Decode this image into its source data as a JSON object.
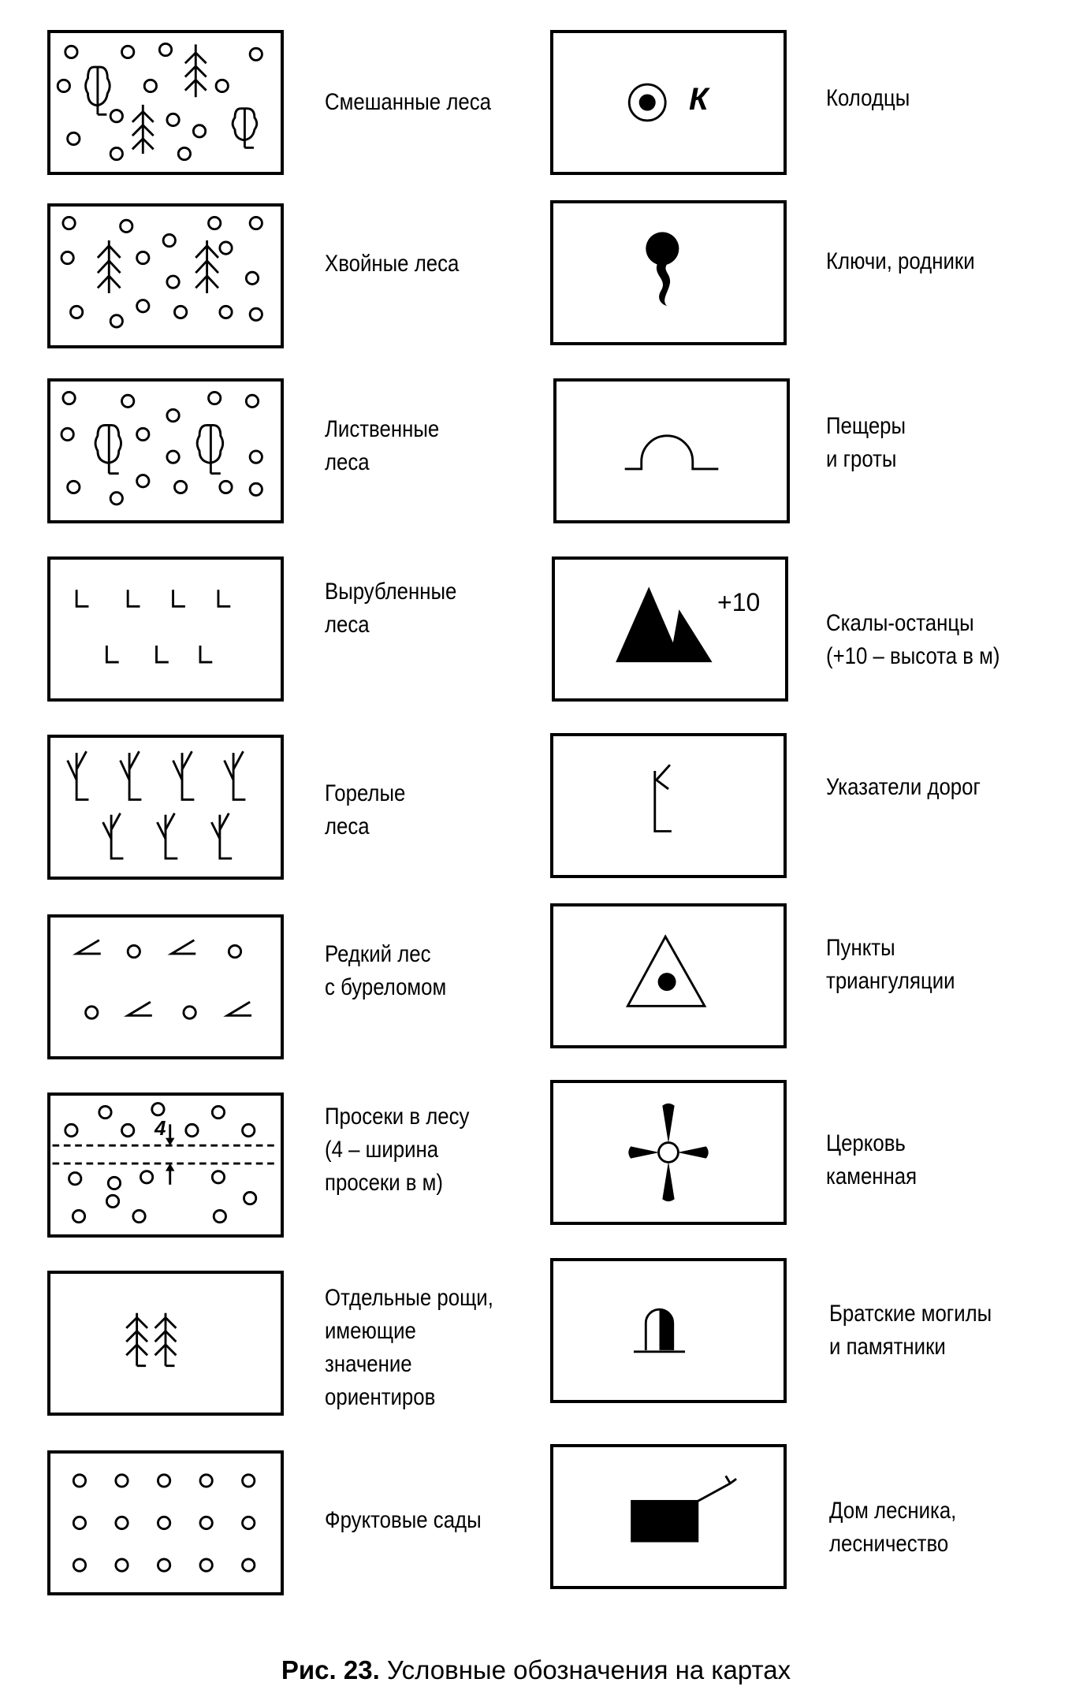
{
  "left_column": [
    {
      "id": "mixed",
      "lines": [
        "Смешанные леса"
      ]
    },
    {
      "id": "conifer",
      "lines": [
        "Хвойные леса"
      ]
    },
    {
      "id": "deciduous",
      "lines": [
        "Лиственные",
        "леса"
      ]
    },
    {
      "id": "cut",
      "lines": [
        "Вырубленные",
        "леса"
      ]
    },
    {
      "id": "burnt",
      "lines": [
        "Горелые",
        "леса"
      ]
    },
    {
      "id": "sparse",
      "lines": [
        "Редкий лес",
        "с буреломом"
      ]
    },
    {
      "id": "clearing",
      "lines": [
        "Просеки в лесу",
        "(4 – ширина",
        "просеки в м)"
      ]
    },
    {
      "id": "groves",
      "lines": [
        "Отдельные рощи,",
        "имеющие",
        "значение",
        "ориентиров"
      ]
    },
    {
      "id": "orchards",
      "lines": [
        "Фруктовые сады"
      ]
    }
  ],
  "right_column": [
    {
      "id": "wells",
      "lines": [
        "Колодцы"
      ]
    },
    {
      "id": "springs",
      "lines": [
        "Ключи, родники"
      ]
    },
    {
      "id": "caves",
      "lines": [
        "Пещеры",
        "и гроты"
      ]
    },
    {
      "id": "rocks",
      "lines": [
        "Скалы-останцы",
        "(+10 – высота в м)"
      ]
    },
    {
      "id": "signposts",
      "lines": [
        "Указатели дорог"
      ]
    },
    {
      "id": "triangulation",
      "lines": [
        "Пункты",
        "триангуляции"
      ]
    },
    {
      "id": "church",
      "lines": [
        "Церковь",
        "каменная"
      ]
    },
    {
      "id": "graves",
      "lines": [
        "Братские могилы",
        "и памятники"
      ]
    },
    {
      "id": "forester",
      "lines": [
        "Дом лесника,",
        "лесничество"
      ]
    }
  ],
  "symbol_text": {
    "well_letter": "К",
    "rock_height": "+10",
    "clearing_width": "4"
  },
  "caption": {
    "figure": "Рис. 23.",
    "text": "Условные обозначения на картах"
  }
}
